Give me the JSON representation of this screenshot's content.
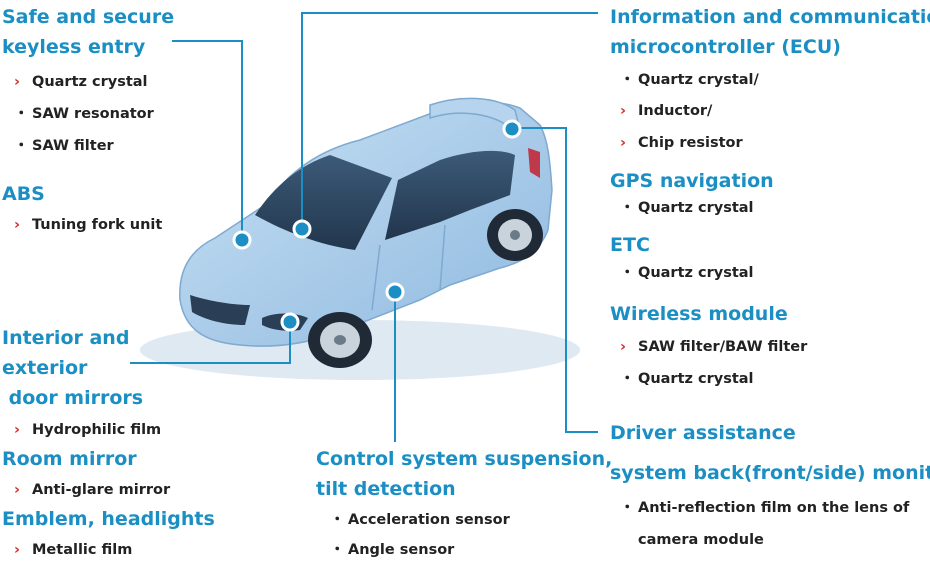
{
  "groups": {
    "keyless": {
      "title1": "Safe and secure",
      "title2": "keyless entry",
      "items": [
        "Quartz crystal",
        "SAW resonator",
        "SAW filter"
      ]
    },
    "abs": {
      "title": "ABS",
      "items": [
        "Tuning fork unit"
      ]
    },
    "mirrors": {
      "title1": "Interior and",
      "title2": "exterior",
      "title3": " door mirrors",
      "items": [
        "Hydrophilic film"
      ]
    },
    "room": {
      "title": "Room mirror",
      "items": [
        "Anti-glare mirror"
      ]
    },
    "emblem": {
      "title": "Emblem, headlights",
      "items": [
        "Metallic film"
      ]
    },
    "control": {
      "title1": "Control system suspension,",
      "title2": "tilt detection",
      "items": [
        "Acceleration sensor",
        "Angle sensor"
      ]
    },
    "ecu": {
      "title1": "Information and communication",
      "title2": "microcontroller (ECU)",
      "items": [
        "Quartz crystal/",
        "Inductor/",
        "Chip resistor"
      ]
    },
    "gps": {
      "title": "GPS navigation",
      "items": [
        "Quartz crystal"
      ]
    },
    "etc": {
      "title": "ETC",
      "items": [
        "Quartz crystal"
      ]
    },
    "wireless": {
      "title": "Wireless module",
      "items": [
        "SAW filter/BAW filter",
        "Quartz crystal"
      ]
    },
    "driver": {
      "title1": "Driver assistance",
      "title2": "system back(front/side) monitor",
      "items": [
        "Anti-reflection film on the lens of",
        "camera module"
      ]
    }
  },
  "markers": {
    "chevron": "›",
    "bullet": "・"
  },
  "colors": {
    "heading": "#1b8fc4",
    "connector": "#1b8fc4",
    "chevron": "#d42a2a",
    "car_body": "#a9cdea"
  }
}
